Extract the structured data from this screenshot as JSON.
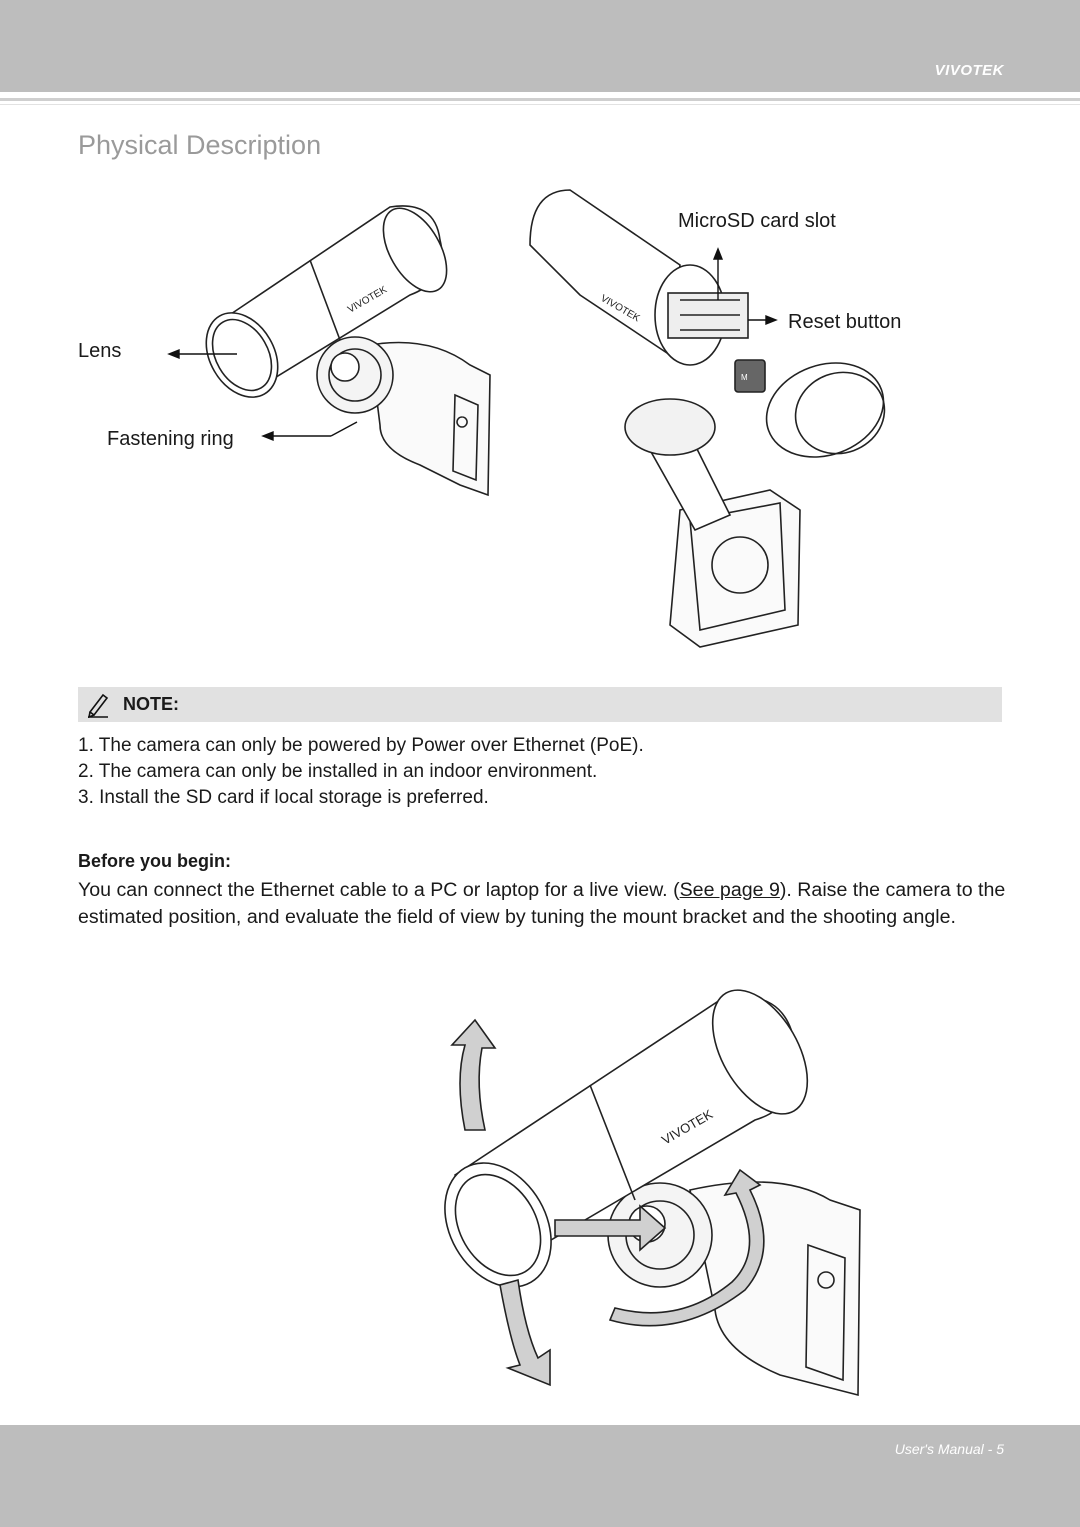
{
  "header": {
    "brand": "VIVOTEK"
  },
  "page_title": "Physical Description",
  "figure1": {
    "labels": {
      "lens": "Lens",
      "fastening_ring": "Fastening ring",
      "microsd_slot": "MicroSD card slot",
      "reset_button": "Reset button"
    }
  },
  "note": {
    "title": "NOTE:",
    "icon": "pencil-icon",
    "items": [
      "1. The camera can only be powered by Power over Ethernet (PoE).",
      "2. The camera can only be installed in an indoor environment.",
      "3. Install the SD card if local storage is preferred."
    ]
  },
  "before": {
    "heading": "Before you begin:",
    "text_before_link": "You can connect the Ethernet cable to a PC or laptop for a live view. (",
    "link_text": "See page 9",
    "text_after_link": "). Raise the camera to the estimated position, and evaluate the field of view by tuning the mount bracket and the shooting angle."
  },
  "footer": {
    "text": "User's Manual - 5"
  }
}
